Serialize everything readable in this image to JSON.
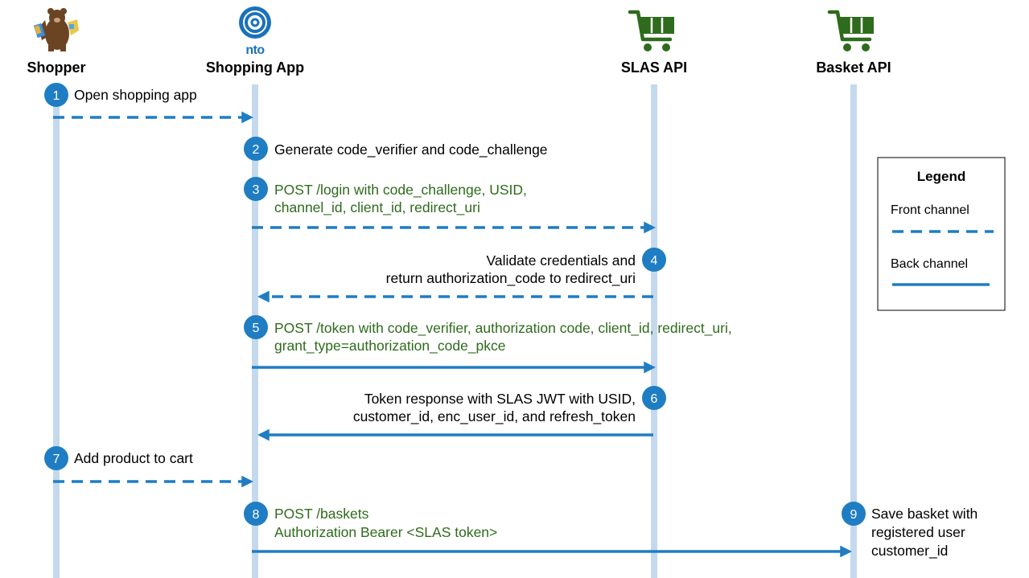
{
  "colors": {
    "lifeline": "#c5d9ee",
    "arrow": "#1f7dc3",
    "badge": "#1f7dc3",
    "green_text": "#2e6b1c",
    "black_text": "#000000",
    "cart": "#2e6b1c",
    "nto_logo": "#1c72b8"
  },
  "actors": [
    {
      "id": "shopper",
      "name": "Shopper",
      "icon": "shopper-bear-icon"
    },
    {
      "id": "app",
      "name": "Shopping App",
      "icon": "nto-logo-icon",
      "logo_text": "nto"
    },
    {
      "id": "slas",
      "name": "SLAS API",
      "icon": "shopping-cart-icon"
    },
    {
      "id": "basket",
      "name": "Basket API",
      "icon": "shopping-cart-icon"
    }
  ],
  "steps": [
    {
      "num": "1",
      "lines": [
        "Open shopping app"
      ],
      "color": "black"
    },
    {
      "num": "2",
      "lines": [
        "Generate code_verifier and code_challenge"
      ],
      "color": "black"
    },
    {
      "num": "3",
      "lines": [
        "POST /login with code_challenge, USID,",
        "channel_id, client_id, redirect_uri"
      ],
      "color": "green"
    },
    {
      "num": "4",
      "lines": [
        "Validate credentials and",
        "return authorization_code to redirect_uri"
      ],
      "color": "black"
    },
    {
      "num": "5",
      "lines": [
        "POST /token with code_verifier, authorization code, client_id, redirect_uri,",
        "grant_type=authorization_code_pkce"
      ],
      "color": "green"
    },
    {
      "num": "6",
      "lines": [
        "Token response with SLAS JWT with USID,",
        "customer_id, enc_user_id, and refresh_token"
      ],
      "color": "black"
    },
    {
      "num": "7",
      "lines": [
        "Add product to cart"
      ],
      "color": "black"
    },
    {
      "num": "8",
      "lines": [
        "POST /baskets",
        "Authorization Bearer <SLAS token>"
      ],
      "color": "green"
    },
    {
      "num": "9",
      "lines": [
        "Save basket with",
        "registered user",
        "customer_id"
      ],
      "color": "black"
    }
  ],
  "messages": [
    {
      "from": "shopper",
      "to": "app",
      "channel": "front"
    },
    {
      "from": "app",
      "to": "slas",
      "channel": "front"
    },
    {
      "from": "slas",
      "to": "app",
      "channel": "front"
    },
    {
      "from": "app",
      "to": "slas",
      "channel": "back"
    },
    {
      "from": "slas",
      "to": "app",
      "channel": "back"
    },
    {
      "from": "shopper",
      "to": "app",
      "channel": "front"
    },
    {
      "from": "app",
      "to": "basket",
      "channel": "back"
    }
  ],
  "legend": {
    "title": "Legend",
    "front_label": "Front channel",
    "back_label": "Back channel"
  }
}
